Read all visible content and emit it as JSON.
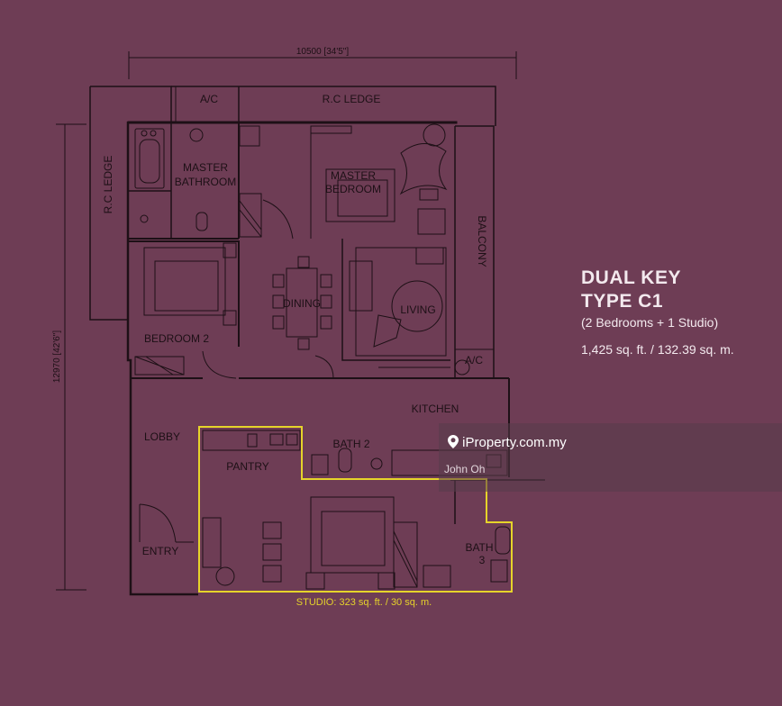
{
  "dimensions": {
    "width": "10500 [34'5\"]",
    "height": "12970 [42'6\"]"
  },
  "rooms": {
    "ac_top": "A/C",
    "rc_ledge_top": "R.C LEDGE",
    "rc_ledge_left": "R.C LEDGE",
    "master_bathroom_1": "MASTER",
    "master_bathroom_2": "BATHROOM",
    "master_bedroom_1": "MASTER",
    "master_bedroom_2": "BEDROOM",
    "balcony": "BALCONY",
    "dining": "DINING",
    "living": "LIVING",
    "bedroom2": "BEDROOM 2",
    "ac_right": "A/C",
    "kitchen": "KITCHEN",
    "lobby": "LOBBY",
    "pantry": "PANTRY",
    "bath2": "BATH 2",
    "entry": "ENTRY",
    "bath3_1": "BATH",
    "bath3_2": "3"
  },
  "studio_caption": "STUDIO: 323 sq. ft. / 30 sq. m.",
  "info": {
    "title_1": "DUAL KEY",
    "title_2": "TYPE C1",
    "subtitle": "(2 Bedrooms + 1 Studio)",
    "area": "1,425 sq. ft. / 132.39 sq. m."
  },
  "watermark": {
    "logo": "iProperty.com.my",
    "user": "John Oh"
  },
  "colors": {
    "background": "#6e3d55",
    "linework": "#1d1016",
    "studio_outline": "#e6d42a"
  },
  "icons": [
    "location-pin-icon"
  ]
}
